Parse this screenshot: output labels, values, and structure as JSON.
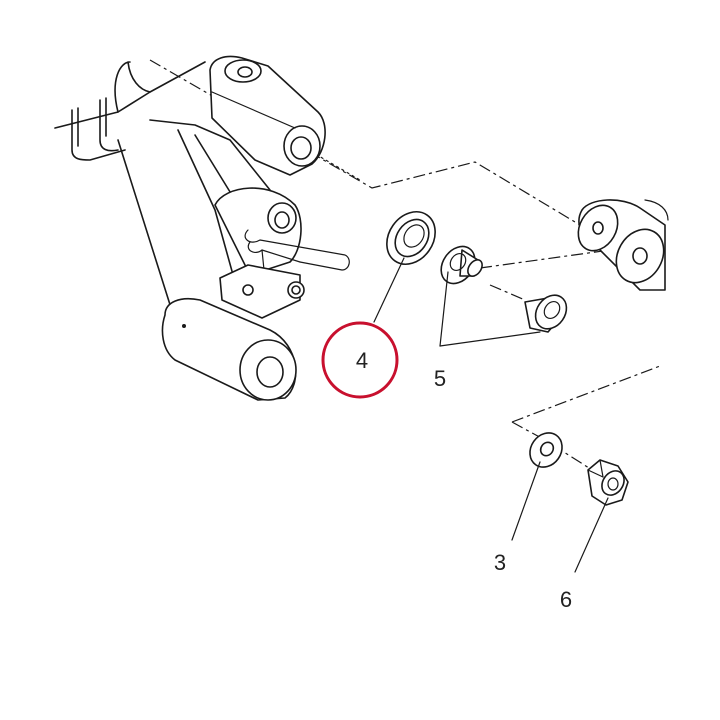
{
  "highlight_color": "#c8102e",
  "line_color": "#1a1a1a",
  "callouts": {
    "item_3": "3",
    "item_4": "4",
    "item_5": "5",
    "item_6": "6"
  },
  "highlighted_callout": "4"
}
